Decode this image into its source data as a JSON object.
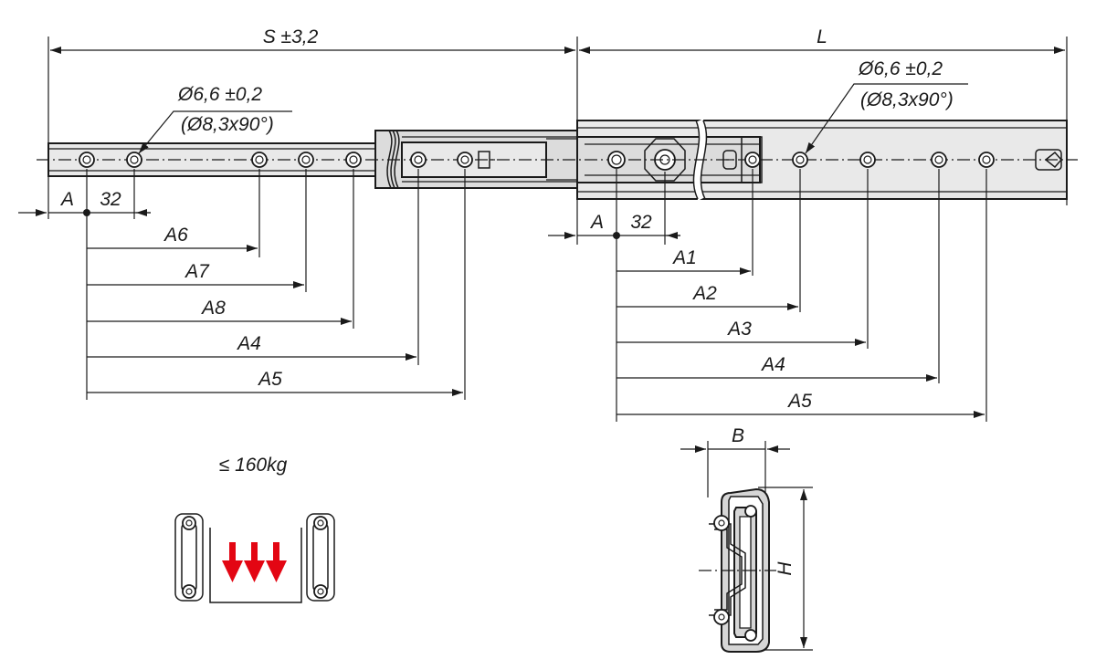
{
  "dimensions": {
    "stroke_label": "S ±3,2",
    "length_label": "L",
    "hole_left": {
      "diameter": "Ø6,6 ±0,2",
      "countersink": "(Ø8,3x90°)"
    },
    "hole_right": {
      "diameter": "Ø6,6 ±0,2",
      "countersink": "(Ø8,3x90°)"
    },
    "left_offsets": {
      "a": "A",
      "pitch": "32"
    },
    "right_offsets": {
      "a": "A",
      "pitch": "32"
    },
    "left_chain": [
      "A6",
      "A7",
      "A8",
      "A4",
      "A5"
    ],
    "right_chain": [
      "A1",
      "A2",
      "A3",
      "A4",
      "A5"
    ],
    "section_width": "B",
    "section_height": "H"
  },
  "load": {
    "capacity_label": "≤ 160kg",
    "arrow_color": "#e30613"
  }
}
